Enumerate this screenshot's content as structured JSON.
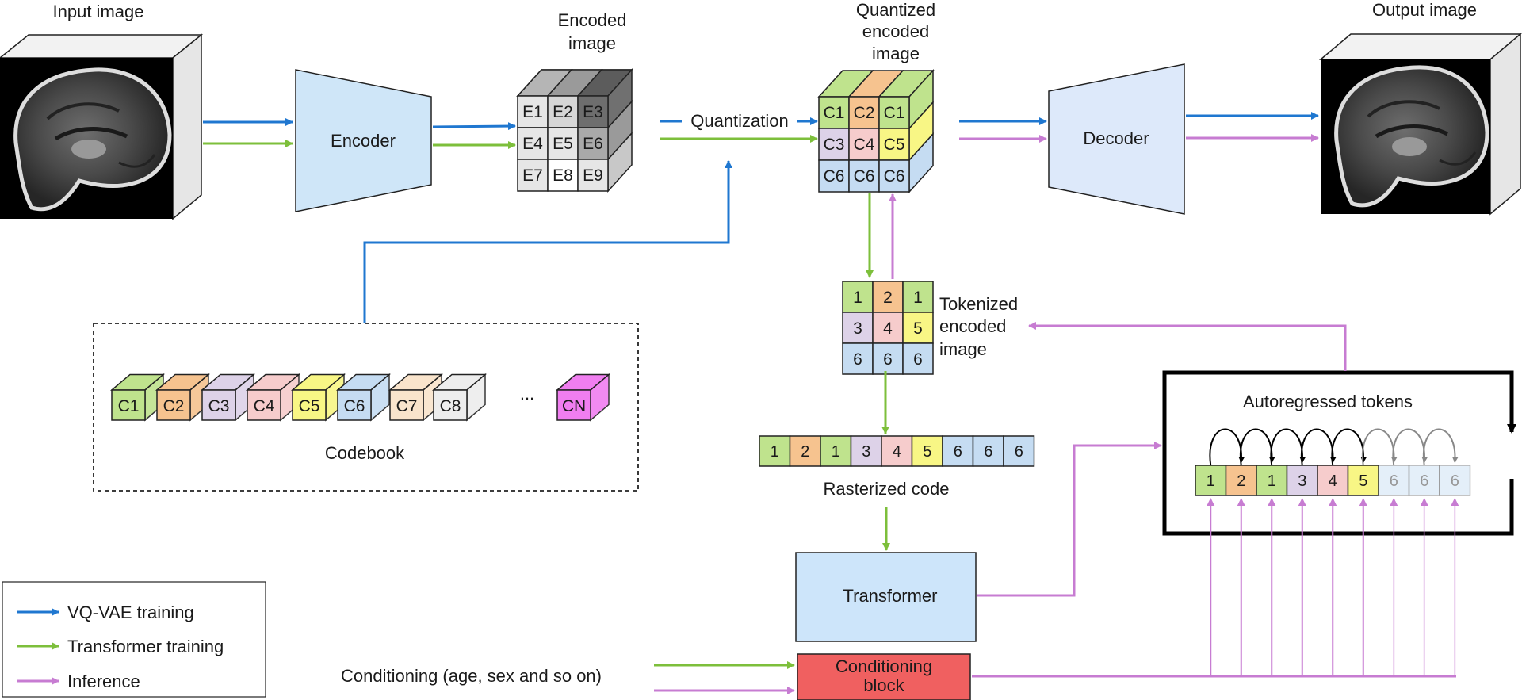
{
  "labels": {
    "input_image": "Input image",
    "encoded_image": [
      "Encoded",
      "image"
    ],
    "quantized_image": [
      "Quantized",
      "encoded",
      "image"
    ],
    "output_image": "Output image",
    "encoder": "Encoder",
    "decoder": "Decoder",
    "quantization": "Quantization",
    "tokenized_image": [
      "Tokenized",
      "encoded",
      "image"
    ],
    "codebook": "Codebook",
    "rasterized_code": "Rasterized code",
    "transformer": "Transformer",
    "autoregressed_tokens": "Autoregressed tokens",
    "conditioning": "Conditioning (age, sex and so on)",
    "conditioning_block": [
      "Conditioning",
      "block"
    ],
    "ellipsis": "..."
  },
  "encoded_grid": [
    "E1",
    "E2",
    "E3",
    "E4",
    "E5",
    "E6",
    "E7",
    "E8",
    "E9"
  ],
  "quantized_grid": [
    "C1",
    "C2",
    "C1",
    "C3",
    "C4",
    "C5",
    "C6",
    "C6",
    "C6"
  ],
  "tokenized_grid": [
    "1",
    "2",
    "1",
    "3",
    "4",
    "5",
    "6",
    "6",
    "6"
  ],
  "codebook": [
    "C1",
    "C2",
    "C3",
    "C4",
    "C5",
    "C6",
    "C7",
    "C8",
    "CN"
  ],
  "rasterized_code": [
    "1",
    "2",
    "1",
    "3",
    "4",
    "5",
    "6",
    "6",
    "6"
  ],
  "autoregressed_tokens": [
    "1",
    "2",
    "1",
    "3",
    "4",
    "5",
    "6",
    "6",
    "6"
  ],
  "legend": [
    {
      "label": "VQ-VAE training",
      "color": "#1f77d0"
    },
    {
      "label": "Transformer training",
      "color": "#7dbf3b"
    },
    {
      "label": "Inference",
      "color": "#c77cd2"
    }
  ],
  "colors": {
    "vqvae": "#1f77d0",
    "transformer": "#7dbf3b",
    "inference": "#c77cd2",
    "encoder_fill": "#cfe6f8",
    "decoder_fill": "#dde9fa",
    "transformer_fill": "#cde5fa",
    "conditioning_fill": "#f06060",
    "c1": "#bfe38d",
    "c2": "#f6c38f",
    "c3": "#ddd2e8",
    "c4": "#f6cccc",
    "c5": "#f8f685",
    "c6": "#c5dcf2",
    "c7": "#f9e4cc",
    "c8": "#ededed",
    "cn": "#f07ef0"
  }
}
